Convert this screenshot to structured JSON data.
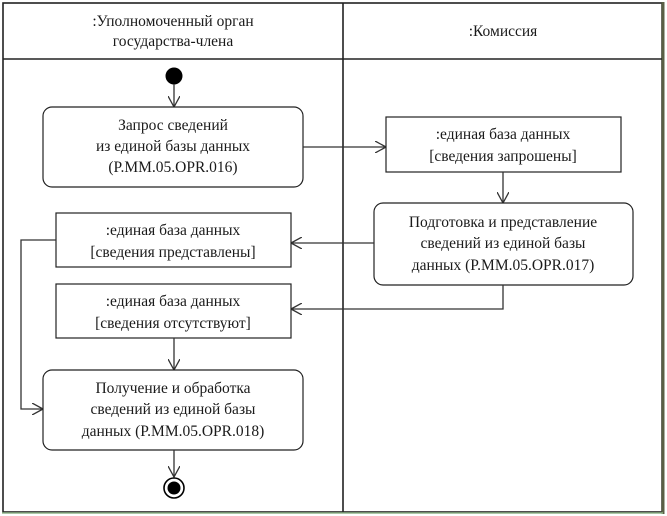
{
  "swimlanes": [
    {
      "id": "member-state",
      "title_lines": [
        ":Уполномоченный орган",
        "государства-члена"
      ]
    },
    {
      "id": "commission",
      "title_lines": [
        ":Комиссия"
      ]
    }
  ],
  "actions": [
    {
      "id": "act-016",
      "lines": [
        "Запрос сведений",
        "из единой базы данных",
        "(P.MM.05.OPR.016)"
      ]
    },
    {
      "id": "act-017",
      "lines": [
        "Подготовка и представление",
        "сведений из единой базы",
        "данных (P.MM.05.OPR.017)"
      ]
    },
    {
      "id": "act-018",
      "lines": [
        "Получение и обработка",
        "сведений из единой базы",
        "данных (P.MM.05.OPR.018)"
      ]
    }
  ],
  "objects": [
    {
      "id": "obj-requested",
      "lines": [
        ":единая база данных",
        "[сведения запрошены]"
      ]
    },
    {
      "id": "obj-provided",
      "lines": [
        ":единая база данных",
        "[сведения представлены]"
      ]
    },
    {
      "id": "obj-absent",
      "lines": [
        ":единая база данных",
        "[сведения отсутствуют]"
      ]
    }
  ],
  "colors": {
    "frame": "#222222",
    "line": "#333333",
    "outer_border_right": "#5a5f45",
    "outer_border_bottom": "#8fb58a"
  }
}
